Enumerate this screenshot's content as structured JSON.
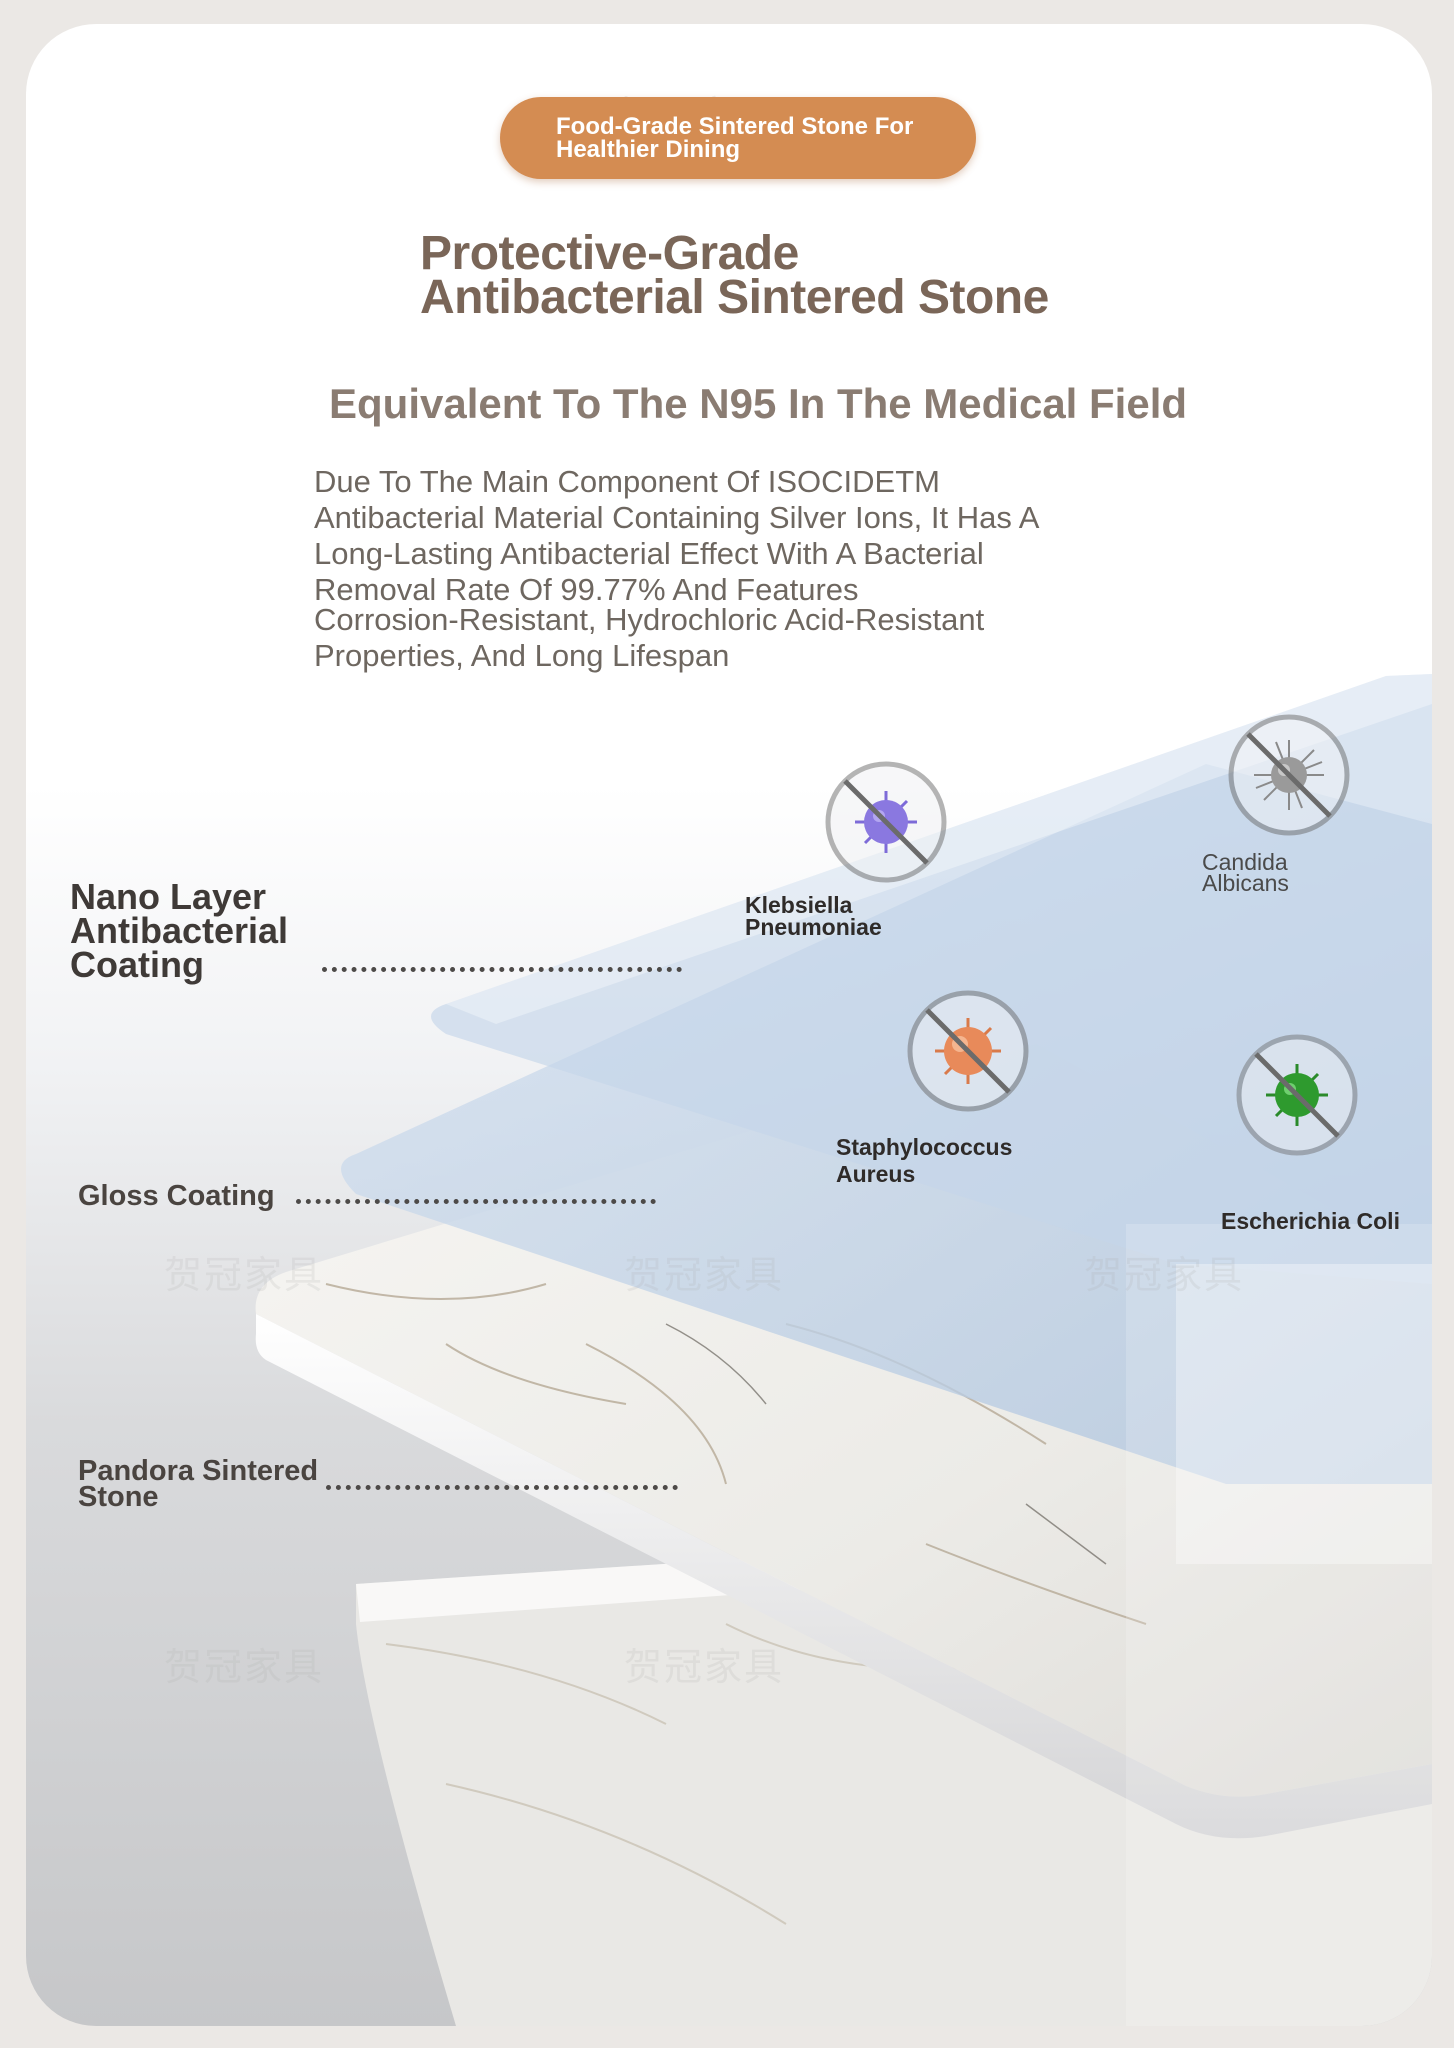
{
  "badge": {
    "line1": "Food-Grade Sintered Stone For",
    "line2": "Healthier Dining"
  },
  "headline": {
    "line1": "Protective-Grade",
    "line2": "Antibacterial Sintered Stone"
  },
  "subheadline": "Equivalent To The N95 In The Medical Field",
  "description": {
    "line1": "Due To The Main Component Of ISOCIDETM",
    "line2": "Antibacterial Material Containing Silver Ions, It Has A",
    "line3": "Long-Lasting Antibacterial Effect With A Bacterial",
    "line4": "Removal Rate Of 99.77% And Features",
    "line5": "Corrosion-Resistant, Hydrochloric Acid-Resistant",
    "line6": "Properties, And Long Lifespan"
  },
  "layers": {
    "nano": {
      "line1": "Nano Layer",
      "line2": "Antibacterial",
      "line3": "Coating"
    },
    "gloss": "Gloss Coating",
    "stone": {
      "line1": "Pandora Sintered",
      "line2": "Stone"
    }
  },
  "bacteria": [
    {
      "line1": "Klebsiella",
      "line2": "Pneumoniae",
      "icon": "klebsiella-blocked-icon",
      "color": "#8a78e0"
    },
    {
      "line1": "Candida",
      "line2": "Albicans",
      "icon": "candida-blocked-icon",
      "color": "#9a9a9a"
    },
    {
      "line1": "Staphylococcus",
      "line2": "Aureus",
      "icon": "staphylococcus-blocked-icon",
      "color": "#e88a5a"
    },
    {
      "line1": "Escherichia Coli",
      "line2": "",
      "icon": "escherichia-coli-blocked-icon",
      "color": "#2e9a2e"
    }
  ],
  "watermark": "贺冠家具"
}
